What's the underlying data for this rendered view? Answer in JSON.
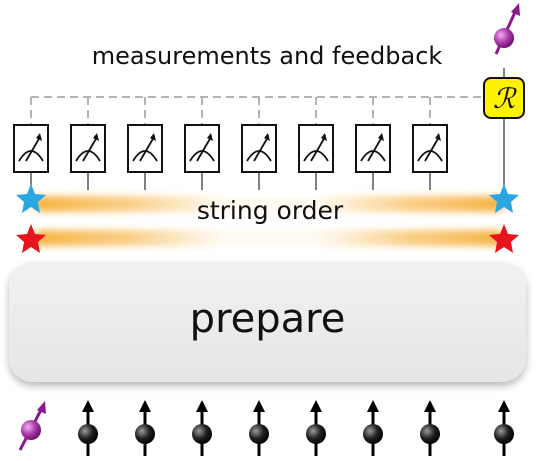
{
  "diagram": {
    "title": "measurements and feedback",
    "string_label": "string order",
    "prepare_label": "prepare",
    "feedback_symbol": "ℛ",
    "measurement_count": 8,
    "colors": {
      "blue_star": "#2aa6e0",
      "red_star": "#e8141c",
      "string_glow": "#f5a623",
      "feedback_box": "#fff200",
      "extra_spin": "#a020a0",
      "spin": "#000000",
      "dashed_line": "#b3b3b3"
    }
  }
}
